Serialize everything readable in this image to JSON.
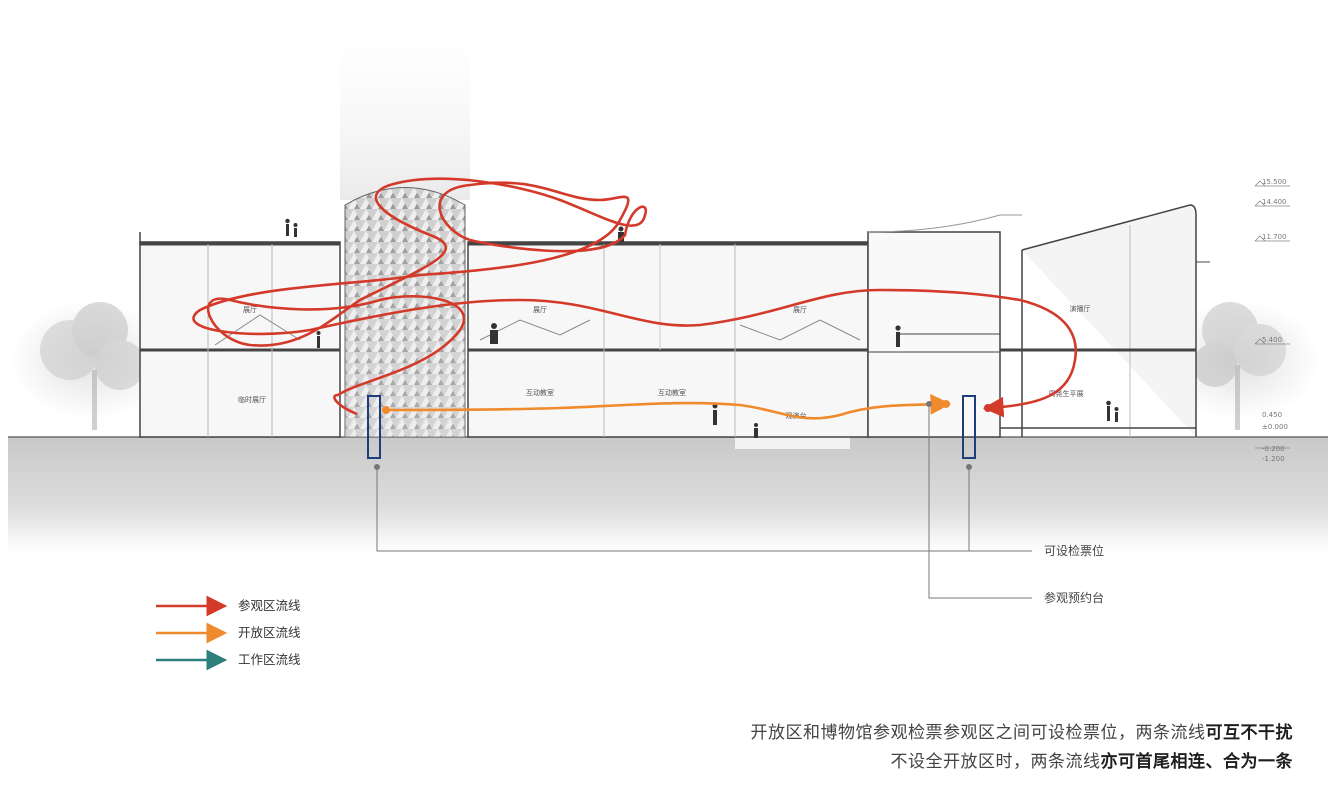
{
  "rooms": {
    "hall_left": "展厅",
    "hall_mid": "展厅",
    "hall_right": "展厅",
    "theater": "演播厅",
    "temp_hall": "临时展厅",
    "classroom_1": "互动教室",
    "classroom_2": "互动教室",
    "sunken_stage": "观演台",
    "life_exhibit": "周尧生平展"
  },
  "elevations": {
    "e1": "15.500",
    "e2": "14.400",
    "e3": "11.700",
    "e4": "5.400",
    "e5": "0.450",
    "e6": "±0.000",
    "e7": "-0.200",
    "e8": "-1.200"
  },
  "callouts": {
    "ticket": "可设检票位",
    "booking": "参观预约台"
  },
  "legend": [
    {
      "label": "参观区流线",
      "color": "#d43a2a"
    },
    {
      "label": "开放区流线",
      "color": "#ef8a2d"
    },
    {
      "label": "工作区流线",
      "color": "#2d7f7b"
    }
  ],
  "caption": {
    "line1_normal": "开放区和博物馆参观检票参观区之间可设检票位，两条流线",
    "line1_bold": "可互不干扰",
    "line2_normal": "不设全开放区时，两条流线",
    "line2_bold": "亦可首尾相连、合为一条"
  }
}
